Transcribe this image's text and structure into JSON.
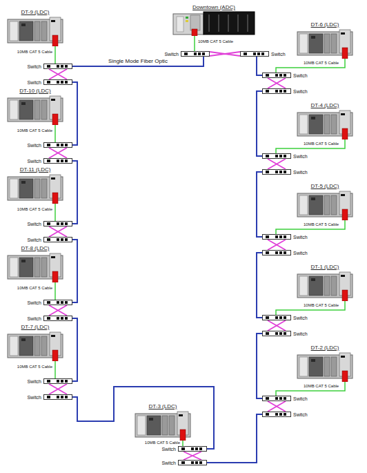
{
  "diagram": {
    "nodes": [
      {
        "text": [
          "Downtown (ADC)"
        ]
      },
      {
        "text": [
          "Switch"
        ]
      },
      {
        "text": [
          "Switch"
        ]
      },
      {
        "text": [
          "DT-9 (LDC)"
        ]
      },
      {
        "text": [
          "Switch"
        ]
      },
      {
        "text": [
          "Switch"
        ]
      },
      {
        "text": [
          "DT-10 (LDC)"
        ]
      },
      {
        "text": [
          "Switch"
        ]
      },
      {
        "text": [
          "Switch"
        ]
      },
      {
        "text": [
          "DT-11 (LDC)"
        ]
      },
      {
        "text": [
          "Switch"
        ]
      },
      {
        "text": [
          "Switch"
        ]
      },
      {
        "text": [
          "DT-8 (LDC)"
        ]
      },
      {
        "text": [
          "Switch"
        ]
      },
      {
        "text": [
          "Switch"
        ]
      },
      {
        "text": [
          "DT-7 (LDC)"
        ]
      },
      {
        "text": [
          "Switch"
        ]
      },
      {
        "text": [
          "Switch"
        ]
      },
      {
        "text": [
          "DT-3 (LDC)"
        ]
      },
      {
        "text": [
          "Switch"
        ]
      },
      {
        "text": [
          "Switch"
        ]
      },
      {
        "text": [
          "DT-6 (LDC)"
        ]
      },
      {
        "text": [
          "Switch"
        ]
      },
      {
        "text": [
          "Switch"
        ]
      },
      {
        "text": [
          "DT-4 (LDC)"
        ]
      },
      {
        "text": [
          "Switch"
        ]
      },
      {
        "text": [
          "Switch"
        ]
      },
      {
        "text": [
          "DT-5 (LDC)"
        ]
      },
      {
        "text": [
          "Switch"
        ]
      },
      {
        "text": [
          "Switch"
        ]
      },
      {
        "text": [
          "DT-1 (LDC)"
        ]
      },
      {
        "text": [
          "Switch"
        ]
      },
      {
        "text": [
          "Switch"
        ]
      },
      {
        "text": [
          "DT-2 (LDC)"
        ]
      },
      {
        "text": [
          "Switch"
        ]
      },
      {
        "text": [
          "Switch"
        ]
      }
    ],
    "edges": [
      {
        "from": 0,
        "to": 1,
        "label": "10MB CAT 5 Cable",
        "arrow": "none"
      },
      {
        "from": 1,
        "to": 2,
        "arrow": "none"
      },
      {
        "from": 3,
        "to": 4,
        "label": "10MB CAT 5 Cable",
        "arrow": "none"
      },
      {
        "from": 4,
        "to": 5,
        "arrow": "none"
      },
      {
        "from": 6,
        "to": 7,
        "label": "10MB CAT 5 Cable",
        "arrow": "none"
      },
      {
        "from": 7,
        "to": 8,
        "arrow": "none"
      },
      {
        "from": 9,
        "to": 10,
        "label": "10MB CAT 5 Cable",
        "arrow": "none"
      },
      {
        "from": 10,
        "to": 11,
        "arrow": "none"
      },
      {
        "from": 12,
        "to": 13,
        "label": "10MB CAT 5 Cable",
        "arrow": "none"
      },
      {
        "from": 13,
        "to": 14,
        "arrow": "none"
      },
      {
        "from": 15,
        "to": 16,
        "label": "10MB CAT 5 Cable",
        "arrow": "none"
      },
      {
        "from": 16,
        "to": 17,
        "arrow": "none"
      },
      {
        "from": 18,
        "to": 19,
        "label": "10MB CAT 5 Cable",
        "arrow": "none"
      },
      {
        "from": 19,
        "to": 20,
        "arrow": "none"
      },
      {
        "from": 21,
        "to": 22,
        "label": "10MB CAT 5 Cable",
        "arrow": "none"
      },
      {
        "from": 22,
        "to": 23,
        "arrow": "none"
      },
      {
        "from": 24,
        "to": 25,
        "label": "10MB CAT 5 Cable",
        "arrow": "none"
      },
      {
        "from": 25,
        "to": 26,
        "arrow": "none"
      },
      {
        "from": 27,
        "to": 28,
        "label": "10MB CAT 5 Cable",
        "arrow": "none"
      },
      {
        "from": 28,
        "to": 29,
        "arrow": "none"
      },
      {
        "from": 30,
        "to": 31,
        "label": "10MB CAT 5 Cable",
        "arrow": "none"
      },
      {
        "from": 31,
        "to": 32,
        "arrow": "none"
      },
      {
        "from": 33,
        "to": 34,
        "label": "10MB CAT 5 Cable",
        "arrow": "none"
      },
      {
        "from": 34,
        "to": 35,
        "arrow": "none"
      },
      {
        "from": 1,
        "to": 4,
        "label": "Single Mode Fiber Optic",
        "arrow": "none"
      },
      {
        "from": 5,
        "to": 7,
        "arrow": "none"
      },
      {
        "from": 8,
        "to": 10,
        "arrow": "none"
      },
      {
        "from": 11,
        "to": 13,
        "arrow": "none"
      },
      {
        "from": 14,
        "to": 16,
        "arrow": "none"
      },
      {
        "from": 17,
        "to": 19,
        "arrow": "none"
      },
      {
        "from": 20,
        "to": 35,
        "arrow": "none"
      },
      {
        "from": 34,
        "to": 32,
        "arrow": "none"
      },
      {
        "from": 31,
        "to": 29,
        "arrow": "none"
      },
      {
        "from": 28,
        "to": 26,
        "arrow": "none"
      },
      {
        "from": 25,
        "to": 23,
        "arrow": "none"
      },
      {
        "from": 22,
        "to": 2,
        "arrow": "none"
      }
    ]
  }
}
